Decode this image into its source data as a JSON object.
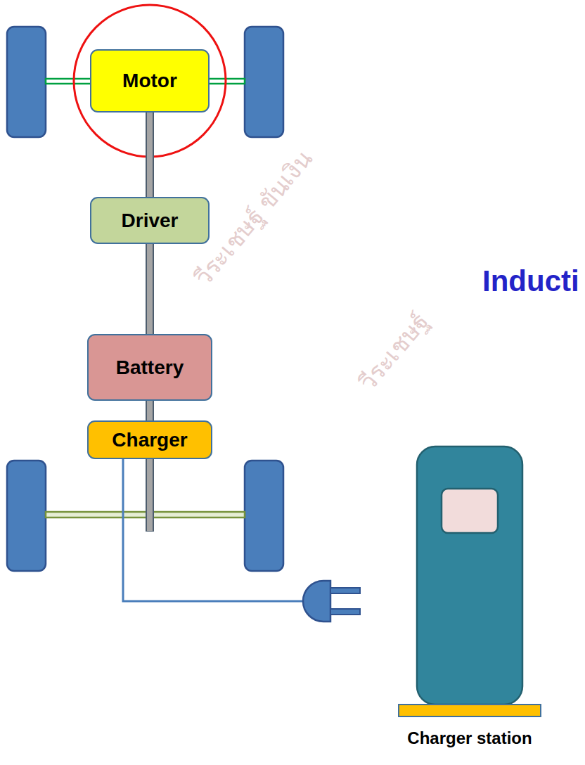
{
  "diagram": {
    "nodes": [
      {
        "text": [
          "Motor"
        ]
      },
      {
        "text": [
          "Driver"
        ]
      },
      {
        "text": [
          "Battery"
        ]
      },
      {
        "text": [
          "Charger"
        ]
      },
      {
        "text": [
          "Charger station"
        ]
      }
    ],
    "edges": [
      {
        "from": 0,
        "to": 1,
        "arrow": "none"
      },
      {
        "from": 1,
        "to": 2,
        "arrow": "none"
      },
      {
        "from": 2,
        "to": 3,
        "arrow": "none"
      }
    ],
    "labels": [
      "Inducti",
      "วีระเชษฐ์ ขันเงิน",
      "วีระเชษฐ์"
    ]
  }
}
